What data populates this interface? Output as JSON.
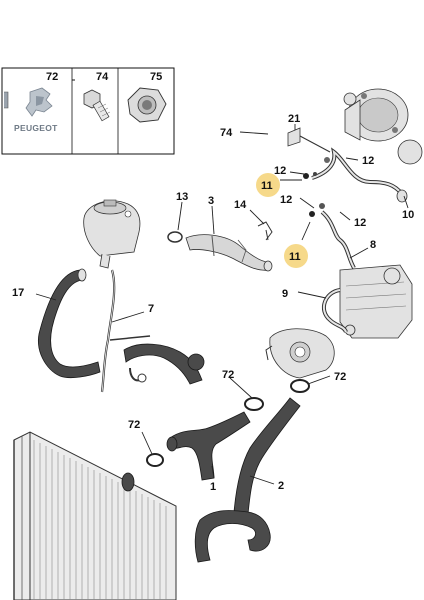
{
  "legend": {
    "label_72": "72",
    "label_74": "74",
    "label_75": "75",
    "brand": "PEUGEOT"
  },
  "callouts": {
    "c1": "1",
    "c2": "2",
    "c3": "3",
    "c7": "7",
    "c8": "8",
    "c9": "9",
    "c10": "10",
    "c11a": "11",
    "c11b": "11",
    "c12a": "12",
    "c12b": "12",
    "c12c": "12",
    "c12d": "12",
    "c13": "13",
    "c14": "14",
    "c17": "17",
    "c21": "21",
    "c72a": "72",
    "c72b": "72",
    "c72c": "72",
    "c74": "74"
  },
  "colors": {
    "highlight": "#f6d98a",
    "hose_dark": "#4a4a4a",
    "line": "#222222"
  }
}
